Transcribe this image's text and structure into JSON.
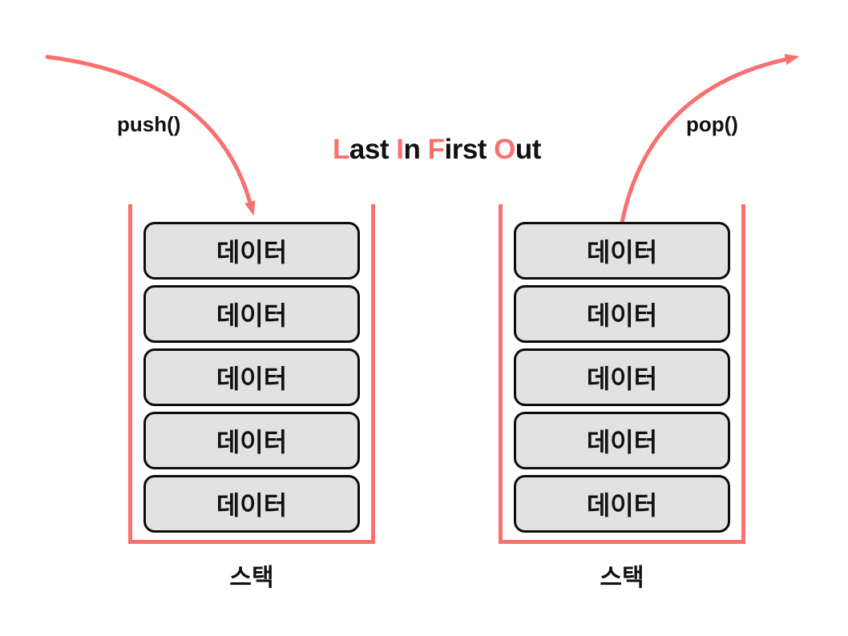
{
  "colors": {
    "accent": "#FA7070",
    "box_fill": "#E2E2E2",
    "box_border": "#0C0C0C",
    "text": "#111111",
    "background": "#FFFFFF"
  },
  "title": {
    "full_text": "Last In First Out",
    "parts": [
      {
        "text": "L",
        "accent": true
      },
      {
        "text": "ast ",
        "accent": false
      },
      {
        "text": "I",
        "accent": true
      },
      {
        "text": "n ",
        "accent": false
      },
      {
        "text": "F",
        "accent": true
      },
      {
        "text": "irst ",
        "accent": false
      },
      {
        "text": "O",
        "accent": true
      },
      {
        "text": "ut",
        "accent": false
      }
    ]
  },
  "operations": {
    "push_label": "push()",
    "pop_label": "pop()"
  },
  "icons": {
    "push_arrow": "curved-arrow-into-stack",
    "pop_arrow": "curved-arrow-out-of-stack"
  },
  "stacks": [
    {
      "side": "left",
      "label": "스택",
      "operation": "push()",
      "items": [
        "데이터",
        "데이터",
        "데이터",
        "데이터",
        "데이터"
      ]
    },
    {
      "side": "right",
      "label": "스택",
      "operation": "pop()",
      "items": [
        "데이터",
        "데이터",
        "데이터",
        "데이터",
        "데이터"
      ]
    }
  ]
}
